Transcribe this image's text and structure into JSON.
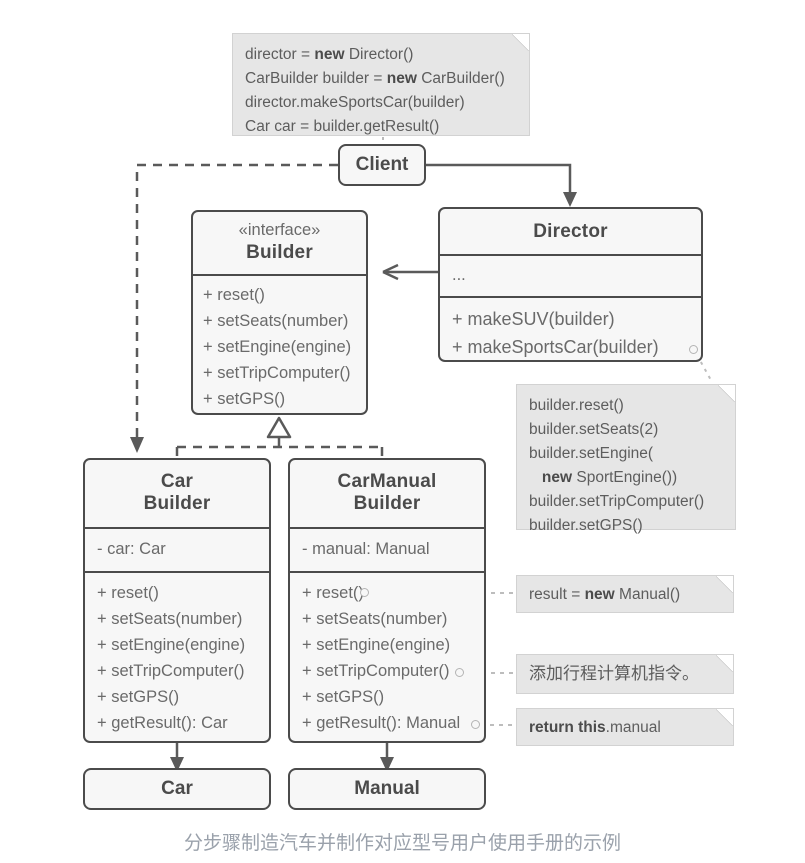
{
  "diagram": {
    "title": "Builder design pattern UML class diagram",
    "caption": "分步骤制造汽车并制作对应型号用户使用手册的示例",
    "colors": {
      "class_fill": "#f7f7f7",
      "class_border": "#4b4b4b",
      "note_fill": "#e6e6e6",
      "note_border": "#d2d2d2",
      "text": "#6a6a6a",
      "heading": "#4b4b4b",
      "caption": "#9aa1ab",
      "edge": "#5a5a5a",
      "anchor": "#b4b4b4"
    }
  },
  "notes": {
    "client_code": {
      "name": "client-code-note",
      "lines": [
        [
          {
            "t": "director = ",
            "b": false
          },
          {
            "t": "new",
            "b": true
          },
          {
            "t": " Director()",
            "b": false
          }
        ],
        [
          {
            "t": "CarBuilder builder = ",
            "b": false
          },
          {
            "t": "new",
            "b": true
          },
          {
            "t": " CarBuilder()",
            "b": false
          }
        ],
        [
          {
            "t": "director.makeSportsCar(builder)",
            "b": false
          }
        ],
        [
          {
            "t": "Car car = builder.getResult()",
            "b": false
          }
        ]
      ]
    },
    "director_code": {
      "name": "director-makesportscar-note",
      "lines": [
        [
          {
            "t": "builder.reset()",
            "b": false
          }
        ],
        [
          {
            "t": "builder.setSeats(2)",
            "b": false
          }
        ],
        [
          {
            "t": "builder.setEngine(",
            "b": false
          }
        ],
        [
          {
            "t": "   ",
            "b": false
          },
          {
            "t": "new",
            "b": true
          },
          {
            "t": " SportEngine())",
            "b": false
          }
        ],
        [
          {
            "t": "builder.setTripComputer()",
            "b": false
          }
        ],
        [
          {
            "t": "builder.setGPS()",
            "b": false
          }
        ]
      ]
    },
    "reset_note": {
      "name": "reset-implementation-note",
      "lines": [
        [
          {
            "t": "result = ",
            "b": false
          },
          {
            "t": "new",
            "b": true
          },
          {
            "t": " Manual()",
            "b": false
          }
        ]
      ]
    },
    "trip_note": {
      "name": "settripcomputer-implementation-note",
      "lines": [
        [
          {
            "t": "添加行程计算机指令。",
            "b": false
          }
        ]
      ]
    },
    "getresult_note": {
      "name": "getresult-implementation-note",
      "lines": [
        [
          {
            "t": "return this",
            "b": true
          },
          {
            "t": ".manual",
            "b": false
          }
        ]
      ]
    }
  },
  "classes": {
    "client": {
      "name": "Client"
    },
    "director": {
      "name": "Director",
      "attributes": [
        "..."
      ],
      "methods": [
        "+ makeSUV(builder)",
        "+ makeSportsCar(builder)"
      ]
    },
    "builder": {
      "stereotype": "«interface»",
      "name": "Builder",
      "methods": [
        "+ reset()",
        "+ setSeats(number)",
        "+ setEngine(engine)",
        "+ setTripComputer()",
        "+ setGPS()"
      ]
    },
    "car_builder": {
      "name_line1": "Car",
      "name_line2": "Builder",
      "attributes": [
        "- car: Car"
      ],
      "methods": [
        "+ reset()",
        "+ setSeats(number)",
        "+ setEngine(engine)",
        "+ setTripComputer()",
        "+ setGPS()",
        "+ getResult(): Car"
      ]
    },
    "car_manual_builder": {
      "name_line1": "CarManual",
      "name_line2": "Builder",
      "attributes": [
        "- manual: Manual"
      ],
      "methods": [
        "+ reset()",
        "+ setSeats(number)",
        "+ setEngine(engine)",
        "+ setTripComputer()",
        "+ setGPS()",
        "+ getResult(): Manual"
      ]
    },
    "car": {
      "name": "Car"
    },
    "manual": {
      "name": "Manual"
    }
  }
}
